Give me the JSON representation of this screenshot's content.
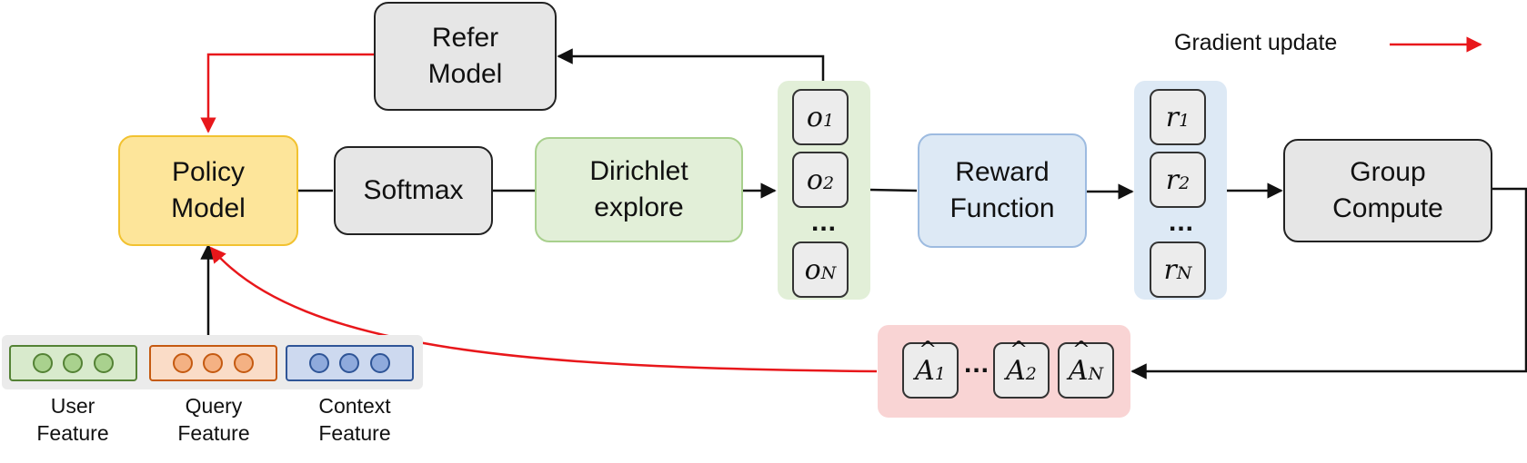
{
  "legend": {
    "label": "Gradient update",
    "color": "#e8171b"
  },
  "nodes": {
    "refer_model": "Refer\nModel",
    "policy_model": "Policy\nModel",
    "softmax": "Softmax",
    "dirichlet": "Dirichlet\nexplore",
    "reward_function": "Reward\nFunction",
    "group_compute": "Group\nCompute"
  },
  "outputs": {
    "var": "o",
    "items": [
      "1",
      "2",
      "N"
    ],
    "ellipsis": "..."
  },
  "rewards": {
    "var": "r",
    "items": [
      "1",
      "2",
      "N"
    ],
    "ellipsis": "..."
  },
  "advantages": {
    "var": "A",
    "items": [
      "1",
      "2",
      "N"
    ],
    "ellipsis": "..."
  },
  "features": [
    {
      "label": "User\nFeature",
      "fill": "#a9d18e",
      "stroke": "#548235"
    },
    {
      "label": "Query\nFeature",
      "fill": "#f4b183",
      "stroke": "#c55a11"
    },
    {
      "label": "Context\nFeature",
      "fill": "#8faadc",
      "stroke": "#2f5597"
    }
  ],
  "colors": {
    "policy_fill": "#fde59a",
    "explore_fill": "#e2efd8",
    "reward_fill": "#dde9f5",
    "advantage_panel": "#f9d4d4",
    "gradient_arrow": "#e8171b"
  }
}
